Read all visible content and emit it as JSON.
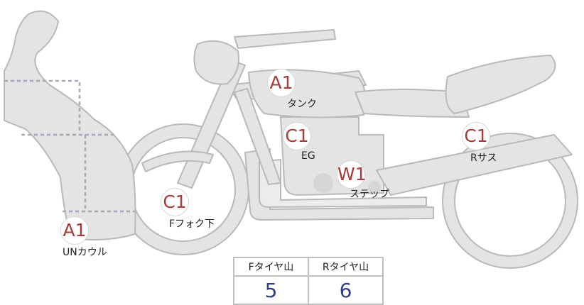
{
  "diagram": {
    "colors": {
      "fill": "#e4e4e4",
      "stroke": "#b9b9b9",
      "badge_text": "#a83b3b",
      "value_text": "#2e3f87"
    },
    "points": [
      {
        "id": "tank",
        "code": "A1",
        "label": "タンク"
      },
      {
        "id": "engine",
        "code": "C1",
        "label": "EG"
      },
      {
        "id": "rear-suspension",
        "code": "C1",
        "label": "Rサス"
      },
      {
        "id": "step",
        "code": "W1",
        "label": "ステップ"
      },
      {
        "id": "front-fork-lower",
        "code": "C1",
        "label": "Fフォク下"
      },
      {
        "id": "under-cowl",
        "code": "A1",
        "label": "UNカウル"
      }
    ]
  },
  "tire_table": {
    "headers": [
      "Fタイヤ山",
      "Rタイヤ山"
    ],
    "values": [
      "5",
      "6"
    ]
  }
}
